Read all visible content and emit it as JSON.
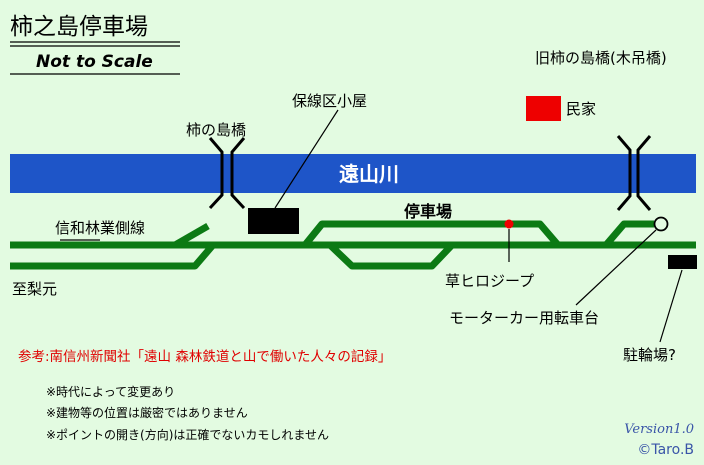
{
  "header": {
    "title": "柿之島停車場",
    "subtitle": "Not to Scale"
  },
  "labels": {
    "old_bridge": "旧柿の島橋(木吊橋)",
    "minka": "民家",
    "hosen_koya": "保線区小屋",
    "kaki_bridge": "柿の島橋",
    "river": "遠山川",
    "station": "停車場",
    "shinwa_line": "信和林業側線",
    "to_rinen": "至梨元",
    "jeep": "草ヒロジープ",
    "motorcar": "モーターカー用転車台",
    "parking": "駐輪場?"
  },
  "reference": "参考:南信州新聞社「遠山 森林鉄道と山で働いた人々の記録」",
  "notes": [
    "※時代によって変更あり",
    "※建物等の位置は厳密ではありません",
    "※ポイントの開き(方向)は正確でないカモしれません"
  ],
  "footer": {
    "version": "Version1.0",
    "copyright": "©Taro.B"
  },
  "colors": {
    "background": "#e3fbe1",
    "river": "#1e55c8",
    "track": "#0c7a14",
    "house": "#ee0000",
    "jeep_marker": "#ee0000",
    "reference_text": "#e00000",
    "footer_text": "#3a55a8"
  }
}
